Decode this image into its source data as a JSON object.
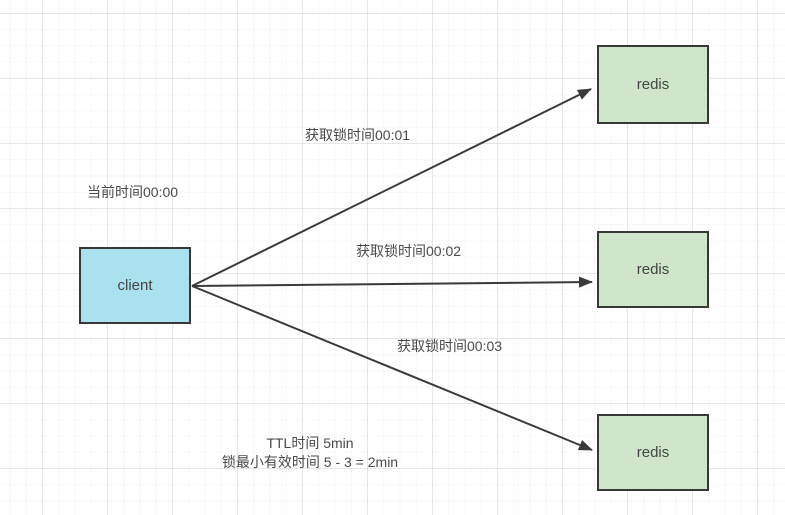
{
  "canvas": {
    "background": "#ffffff",
    "grid_minor_color": "#f4f4f4",
    "grid_major_color": "#e9e9e9"
  },
  "nodes": {
    "client": {
      "label": "client",
      "fill": "#a9e2ee",
      "border": "#383838"
    },
    "redis_top": {
      "label": "redis",
      "fill": "#cfe6ca",
      "border": "#383838"
    },
    "redis_middle": {
      "label": "redis",
      "fill": "#cfe6ca",
      "border": "#383838"
    },
    "redis_bottom": {
      "label": "redis",
      "fill": "#cfe6ca",
      "border": "#383838"
    }
  },
  "annotations": {
    "current_time": "当前时间00:00",
    "lock_time_1": "获取锁时间00:01",
    "lock_time_2": "获取锁时间00:02",
    "lock_time_3": "获取锁时间00:03",
    "ttl_line_1": "TTL时间 5min",
    "ttl_line_2": "锁最小有效时间 5 - 3 = 2min"
  },
  "connectors": {
    "color": "#3a3a3a",
    "items": [
      {
        "from": "client",
        "to": "redis_top",
        "label": "获取锁时间00:01"
      },
      {
        "from": "client",
        "to": "redis_middle",
        "label": "获取锁时间00:02"
      },
      {
        "from": "client",
        "to": "redis_bottom",
        "label": "获取锁时间00:03"
      }
    ]
  }
}
